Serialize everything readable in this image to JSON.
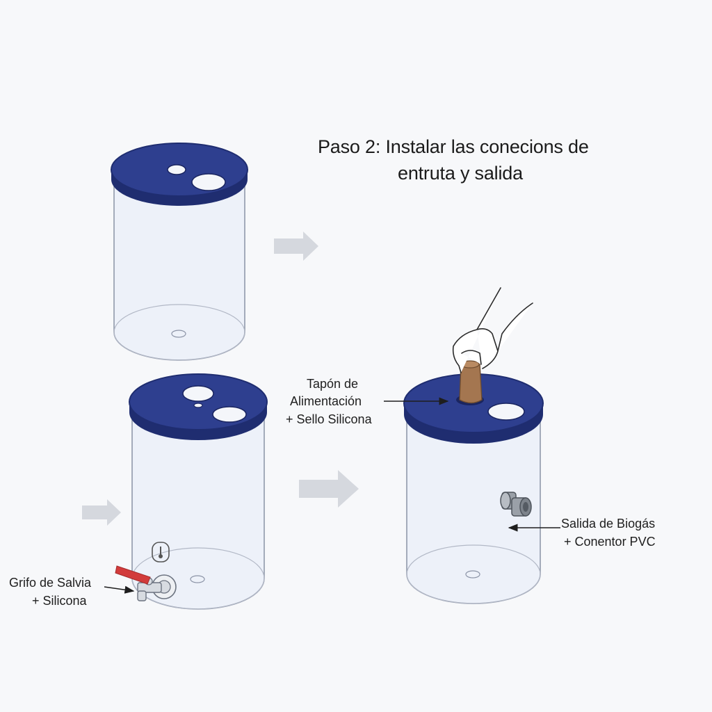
{
  "title": {
    "line1": "Paso 2: Instalar las conecions de",
    "line2": "entruta y salida"
  },
  "labels": {
    "feed_cap": {
      "line1": "Tapón de",
      "line2": "Alimentación",
      "line3": "+ Sello Silicona"
    },
    "biogas_outlet": {
      "line1": "Salida de Biogás",
      "line2": "+ Conentor PVC"
    },
    "drain_tap": {
      "line1": "Grifo de Salvia",
      "line2": "+ Silicona"
    }
  },
  "colors": {
    "lid": "#2e3f8f",
    "lid_dark": "#1f2d70",
    "container_fill": "#e9eef8",
    "container_stroke": "#8b93a6",
    "arrow": "#d5d8de",
    "cork": "#a47650",
    "valve_handle": "#d23b3b",
    "fitting": "#9aa0a8"
  }
}
